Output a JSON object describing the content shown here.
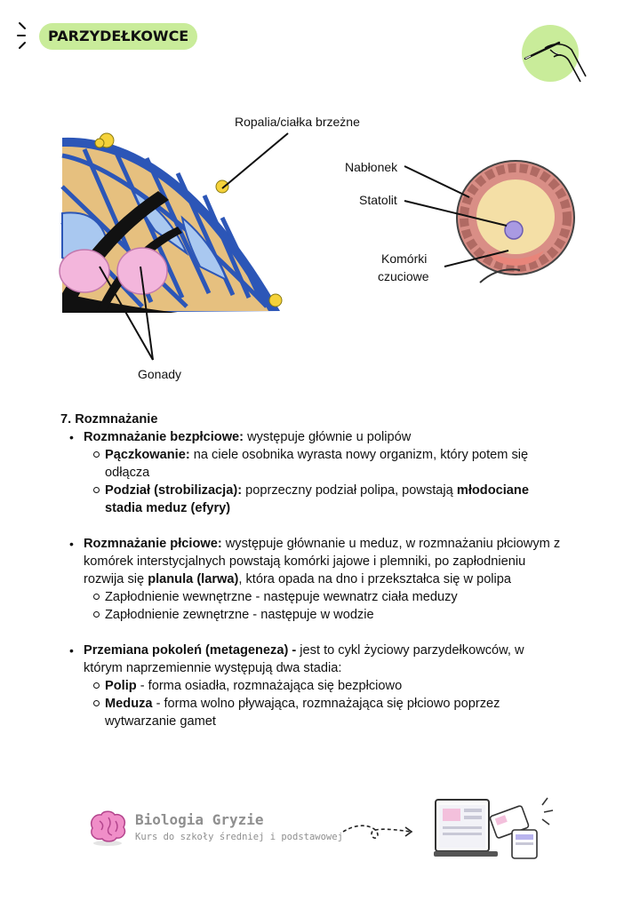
{
  "header": {
    "title": "PARZYDEŁKOWCE",
    "accent_color": "#c9ec9a",
    "corner_icon": "hand-writing-icon"
  },
  "diagram": {
    "labels": {
      "ropalia": "Ropalia/ciałka brzeżne",
      "nablonek": "Nabłonek",
      "statolit": "Statolit",
      "komorki_czuciowe_1": "Komórki",
      "komorki_czuciowe_2": "czuciowe",
      "gonady": "Gonady"
    }
  },
  "section": {
    "heading": "7. Rozmnażanie",
    "asexual": {
      "label": "Rozmnażanie bezpłciowe:",
      "text": " występuje głównie u polipów",
      "budding_label": "Pączkowanie:",
      "budding_text_1": " na ciele osobnika wyrasta nowy organizm, który potem się",
      "budding_text_2": "odłącza",
      "division_label": "Podział (strobilizacja):",
      "division_text": " poprzeczny podział polipa, powstają ",
      "division_bold_1": "młodociane",
      "division_bold_2": "stadia meduz (efyry)"
    },
    "sexual": {
      "label": "Rozmnażanie płciowe:",
      "text_1": " występuje głównanie u meduz, w rozmnażaniu płciowym z",
      "text_2": "komórek interstycjalnych powstają komórki jajowe i plemniki, po zapłodnieniu",
      "text_3a": "rozwija się ",
      "text_3b": "planula (larwa)",
      "text_3c": ", która opada na dno i przekształca się w polipa",
      "internal": "Zapłodnienie wewnętrzne - następuje wewnatrz ciała meduzy",
      "external": "Zapłodnienie zewnętrzne - następuje w wodzie"
    },
    "metagenesis": {
      "label": "Przemiana pokoleń (metageneza) -",
      "text_1": " jest to cykl życiowy parzydełkowców, w",
      "text_2": "którym naprzemiennie występują dwa stadia:",
      "polip_label": "Polip",
      "polip_text": " - forma osiadła, rozmnażająca się bezpłciowo",
      "meduza_label": "Meduza",
      "meduza_text_1": " - forma wolno pływająca, rozmnażająca się płciowo poprzez",
      "meduza_text_2": "wytwarzanie gamet"
    }
  },
  "footer": {
    "brand": "Biologia Gryzie",
    "subtitle": "Kurs do szkoły średniej i podstawowej",
    "brain_color": "#f08ec8",
    "icons": [
      "brain-icon",
      "curly-arrow-icon",
      "devices-icon"
    ]
  }
}
